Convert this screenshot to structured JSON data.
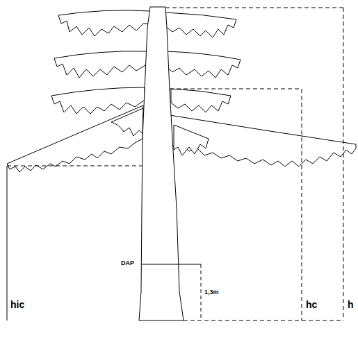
{
  "diagram": {
    "labels": [
      "DAP",
      "1,3m",
      "hic",
      "hc",
      "h"
    ]
  }
}
